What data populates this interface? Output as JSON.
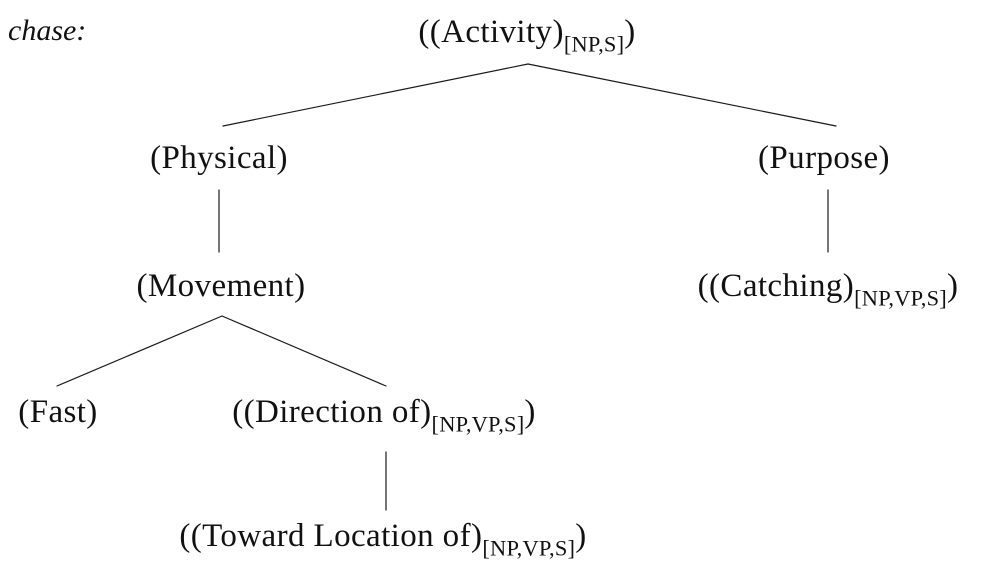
{
  "word": "chase:",
  "tree": {
    "root": {
      "pre": "((Activity)",
      "sub": "[NP,S]",
      "post": ")",
      "children": [
        {
          "pre": "(Physical)",
          "children": [
            {
              "pre": "(Movement)",
              "children": [
                {
                  "pre": "(Fast)"
                },
                {
                  "pre": "((Direction of)",
                  "sub": "[NP,VP,S]",
                  "post": ")",
                  "children": [
                    {
                      "pre": "((Toward Location of)",
                      "sub": "[NP,VP,S]",
                      "post": ")"
                    }
                  ]
                }
              ]
            }
          ]
        },
        {
          "pre": "(Purpose)",
          "children": [
            {
              "pre": "((Catching)",
              "sub": "[NP,VP,S]",
              "post": ")"
            }
          ]
        }
      ]
    }
  }
}
